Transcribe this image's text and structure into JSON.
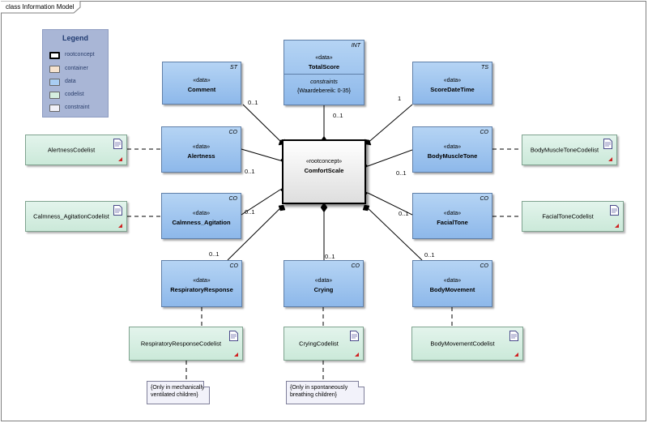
{
  "frame_title": "class Information Model",
  "legend": {
    "title": "Legend",
    "items": [
      {
        "label": "rootconcept",
        "color": "#ffffff"
      },
      {
        "label": "container",
        "color": "#f6e3cf"
      },
      {
        "label": "data",
        "color": "#a9cdf2"
      },
      {
        "label": "codelist",
        "color": "#d5eedf"
      },
      {
        "label": "constraint",
        "color": "#f1f1f8"
      }
    ]
  },
  "root": {
    "stereotype": "«rootconcept»",
    "name": "ComfortScale"
  },
  "data_nodes": {
    "comment": {
      "stereotype": "«data»",
      "name": "Comment",
      "tag": "ST"
    },
    "totalscore": {
      "stereotype": "«data»",
      "name": "TotalScore",
      "tag": "INT",
      "constraints_label": "constraints",
      "constraint": "{Waardebereik: 0-35}"
    },
    "scoredatetime": {
      "stereotype": "«data»",
      "name": "ScoreDateTime",
      "tag": "TS"
    },
    "alertness": {
      "stereotype": "«data»",
      "name": "Alertness",
      "tag": "CO"
    },
    "bodymuscletone": {
      "stereotype": "«data»",
      "name": "BodyMuscleTone",
      "tag": "CO"
    },
    "calmness": {
      "stereotype": "«data»",
      "name": "Calmness_Agitation",
      "tag": "CO"
    },
    "facialtone": {
      "stereotype": "«data»",
      "name": "FacialTone",
      "tag": "CO"
    },
    "respiratory": {
      "stereotype": "«data»",
      "name": "RespiratoryResponse",
      "tag": "CO"
    },
    "crying": {
      "stereotype": "«data»",
      "name": "Crying",
      "tag": "CO"
    },
    "bodymovement": {
      "stereotype": "«data»",
      "name": "BodyMovement",
      "tag": "CO"
    }
  },
  "codelists": {
    "alertness": "AlertnessCodelist",
    "bodymuscletone": "BodyMuscleToneCodelist",
    "calmness": "Calmness_AgitationCodelist",
    "facialtone": "FacialToneCodelist",
    "respiratory": "RespiratoryResponseCodelist",
    "crying": "CryingCodelist",
    "bodymovement": "BodyMovementCodelist"
  },
  "multiplicities": {
    "comment": "0..1",
    "totalscore": "0..1",
    "scoredatetime": "1",
    "alertness": "0..1",
    "bodymuscletone": "0..1",
    "calmness": "0..1",
    "facialtone": "0..1",
    "respiratory": "0..1",
    "crying": "0..1",
    "bodymovement": "0..1"
  },
  "notes": {
    "respiratory": "{Only in mechanically ventilated children}",
    "crying": "{Only in spontaneously breathing children}"
  }
}
